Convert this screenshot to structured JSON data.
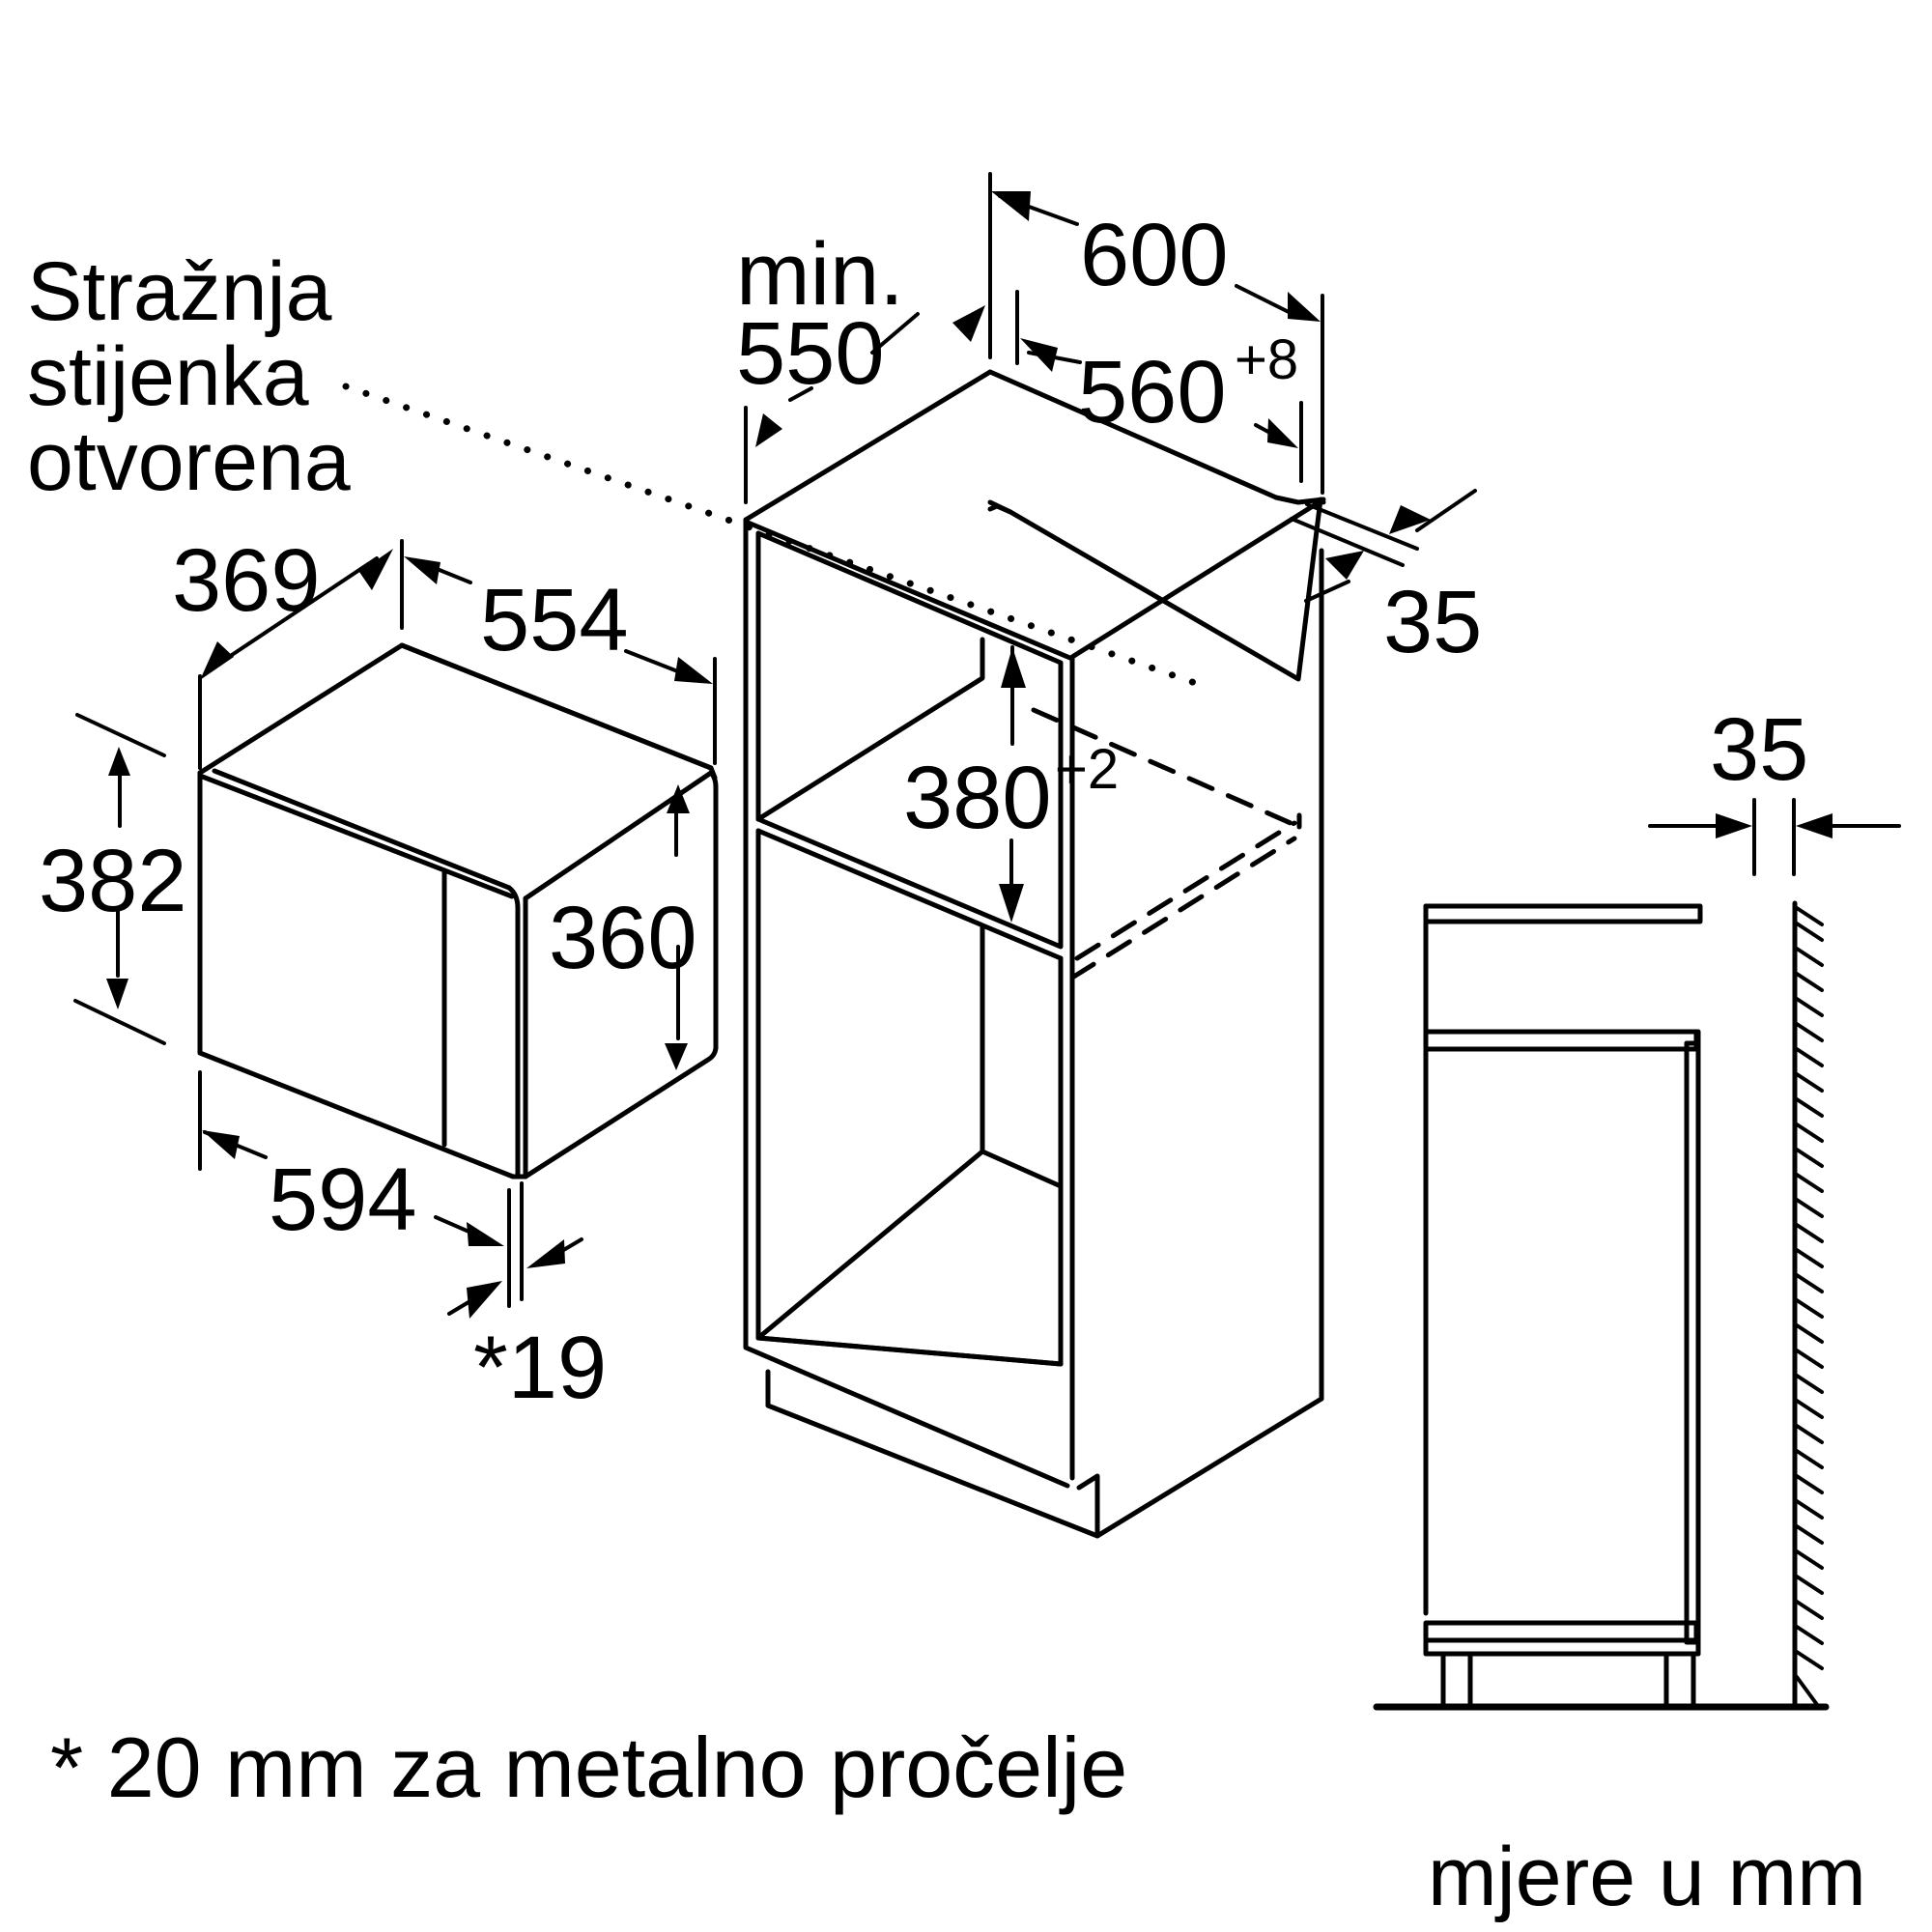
{
  "labels": {
    "rear_wall_note": [
      "Stražnja",
      "stijenka",
      "otvorena"
    ],
    "min_label": "min.",
    "niche_depth": "550",
    "cabinet_width": "600",
    "niche_width": "560",
    "niche_width_tol": "+8",
    "front_offset": "35",
    "niche_height": "380",
    "niche_height_tol": "+2",
    "side_gap": "35",
    "appliance_depth": "369",
    "appliance_body_width": "554",
    "appliance_front_height": "382",
    "appliance_body_height": "360",
    "appliance_front_width": "594",
    "front_thickness": "*19",
    "footnote": "* 20 mm za metalno pročelje",
    "units": "mjere u mm"
  },
  "colors": {
    "line": "#000000",
    "background": "#ffffff"
  }
}
